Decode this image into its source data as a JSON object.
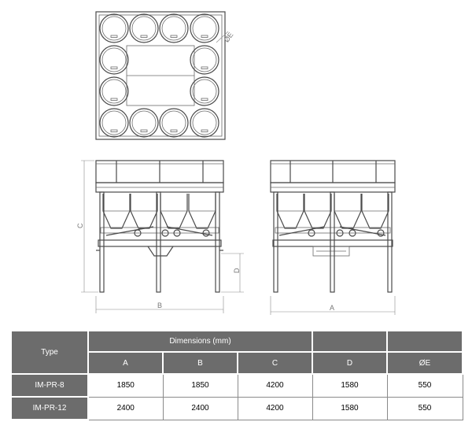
{
  "dimension_labels": {
    "a": "A",
    "b": "B",
    "c": "C",
    "d": "D",
    "e": "ØE"
  },
  "table": {
    "type_header": "Type",
    "group_header": "Dimensions (mm)",
    "columns": [
      "A",
      "B",
      "C",
      "D",
      "ØE"
    ],
    "rows": [
      {
        "type": "IM-PR-8",
        "values": [
          "1850",
          "1850",
          "4200",
          "1580",
          "550"
        ]
      },
      {
        "type": "IM-PR-12",
        "values": [
          "2400",
          "2400",
          "4200",
          "1580",
          "550"
        ]
      }
    ]
  }
}
